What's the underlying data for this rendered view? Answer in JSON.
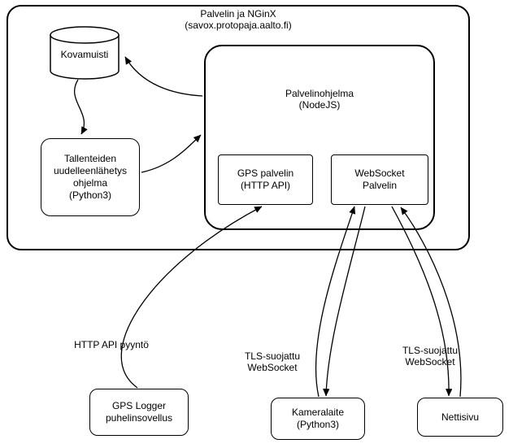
{
  "colors": {
    "stroke": "#000000",
    "background": "#ffffff"
  },
  "outer_box": {
    "title": [
      "Palvelin ja NGinX",
      "(savox.protopaja.aalto.fi)"
    ]
  },
  "nodes": {
    "kovamuisti": {
      "lines": [
        "Kovamuisti"
      ]
    },
    "tallenteiden": {
      "lines": [
        "Tallenteiden",
        "uudelleenlähetys",
        "ohjelma",
        "(Python3)"
      ]
    },
    "palvelinohjelma": {
      "lines": [
        "Palvelinohjelma",
        "(NodeJS)"
      ]
    },
    "gps_palvelin": {
      "lines": [
        "GPS palvelin",
        "(HTTP API)"
      ]
    },
    "websocket_palvelin": {
      "lines": [
        "WebSocket",
        "Palvelin"
      ]
    },
    "gps_logger": {
      "lines": [
        "GPS Logger",
        "puhelinsovellus"
      ]
    },
    "kameralaite": {
      "lines": [
        "Kameralaite",
        "(Python3)"
      ]
    },
    "nettisivu": {
      "lines": [
        "Nettisivu"
      ]
    }
  },
  "edge_labels": {
    "http_api": {
      "lines": [
        "HTTP API pyyntö"
      ]
    },
    "tls_ws_middle": {
      "lines": [
        "TLS-suojattu",
        "WebSocket"
      ]
    },
    "tls_ws_right": {
      "lines": [
        "TLS-suojattu",
        "WebSocket"
      ]
    }
  }
}
